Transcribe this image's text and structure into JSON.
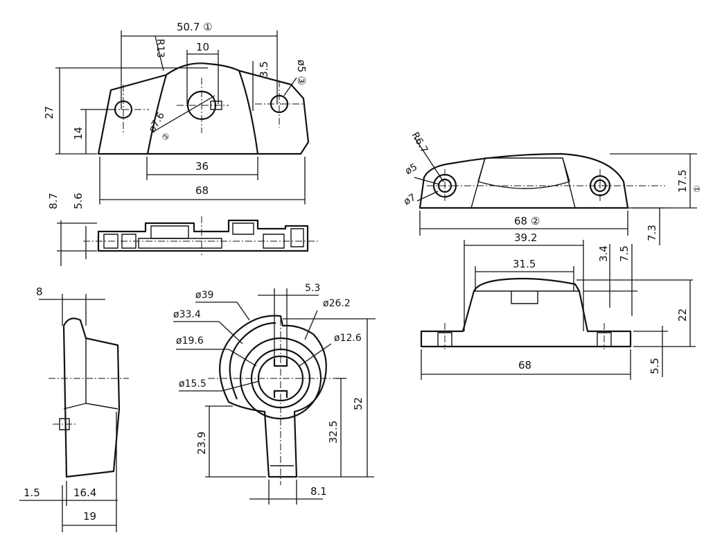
{
  "views": {
    "top_left": {
      "dims": {
        "overall_top": "50.7 ①",
        "radius": "R13",
        "slot_width": "10",
        "offset": "3.5",
        "hole_dia": "ø5 ③",
        "height": "27",
        "hole_height": "14",
        "center_hole": "ø7.6",
        "center_mark": "②",
        "inner_span": "36",
        "base_length": "68"
      }
    },
    "front_left": {
      "dims": {
        "height_total": "8.7",
        "height_step": "5.6"
      }
    },
    "side_left": {
      "dims": {
        "top_width": "8",
        "lip": "1.5",
        "body": "16.4",
        "overall": "19"
      }
    },
    "lever_view": {
      "dims": {
        "d39": "ø39",
        "d334": "ø33.4",
        "d196": "ø19.6",
        "d155": "ø15.5",
        "slot": "5.3",
        "d262": "ø26.2",
        "d126": "ø12.6",
        "height": "52",
        "handle_len": "32.5",
        "handle_low": "23.9",
        "tip_width": "8.1"
      }
    },
    "keeper_top": {
      "dims": {
        "radius": "R6.7",
        "hole_small": "ø5",
        "hole_big": "ø7",
        "height": "17.5",
        "height_mark": "①",
        "length": "68 ②",
        "edge": "7.3"
      }
    },
    "keeper_front": {
      "dims": {
        "top_span": "39.2",
        "inner_span": "31.5",
        "step_small": "3.4",
        "step": "7.5",
        "height": "22",
        "base_thickness": "5.5",
        "length": "68"
      }
    }
  }
}
